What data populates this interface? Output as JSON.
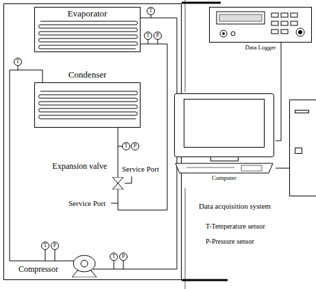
{
  "diagram": {
    "nodes": [
      {
        "text": [
          "Evaporator"
        ]
      },
      {
        "text": [
          "Condenser"
        ]
      },
      {
        "text": [
          "Expansion valve"
        ]
      },
      {
        "text": [
          "Compressor"
        ]
      },
      {
        "text": [
          "Data Logger"
        ]
      },
      {
        "text": [
          "Computer"
        ]
      }
    ],
    "edges": [
      {
        "from": 3,
        "to": 1,
        "arrow": "none"
      },
      {
        "from": 1,
        "to": 2,
        "arrow": "none"
      },
      {
        "from": 2,
        "to": 0,
        "arrow": "none"
      },
      {
        "from": 0,
        "to": 3,
        "arrow": "none"
      },
      {
        "from": 4,
        "to": 5,
        "arrow": "none"
      }
    ],
    "labels": [
      "T",
      "T",
      "P",
      "T",
      "T",
      "P",
      "Service Port",
      "Service Port",
      "T",
      "P",
      "T",
      "P",
      "Data acquisition system",
      "T-Temperature sensor",
      "P-Pressure sensor"
    ]
  }
}
